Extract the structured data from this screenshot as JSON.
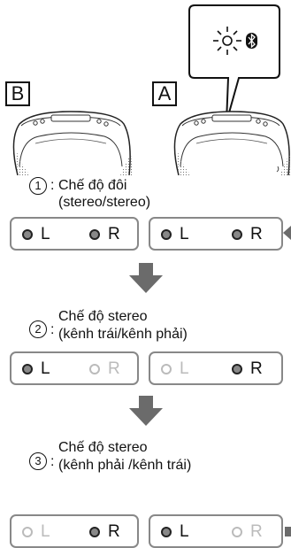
{
  "speakers": {
    "left_label": "B",
    "right_label": "A"
  },
  "steps": [
    {
      "number": "1",
      "line1": "Chế độ đôi",
      "line2": "(stereo/stereo)",
      "panels": [
        {
          "left": "L",
          "right": "R"
        },
        {
          "left": "L",
          "right": "R"
        }
      ]
    },
    {
      "number": "2",
      "line1": "Chế độ stereo",
      "line2": "(kênh trái/kênh phải)",
      "panels": [
        {
          "left": "L",
          "right": "R"
        },
        {
          "left": "L",
          "right": "R"
        }
      ]
    },
    {
      "number": "3",
      "line1": "Chế độ stereo",
      "line2": "(kênh phải /kênh trái)",
      "panels": [
        {
          "left": "L",
          "right": "R"
        },
        {
          "left": "L",
          "right": "R"
        }
      ]
    }
  ],
  "colors": {
    "line": "#111111",
    "panel_border": "#888888",
    "arrow": "#6b6b6b",
    "indicator_off": "#bbbbbb"
  }
}
